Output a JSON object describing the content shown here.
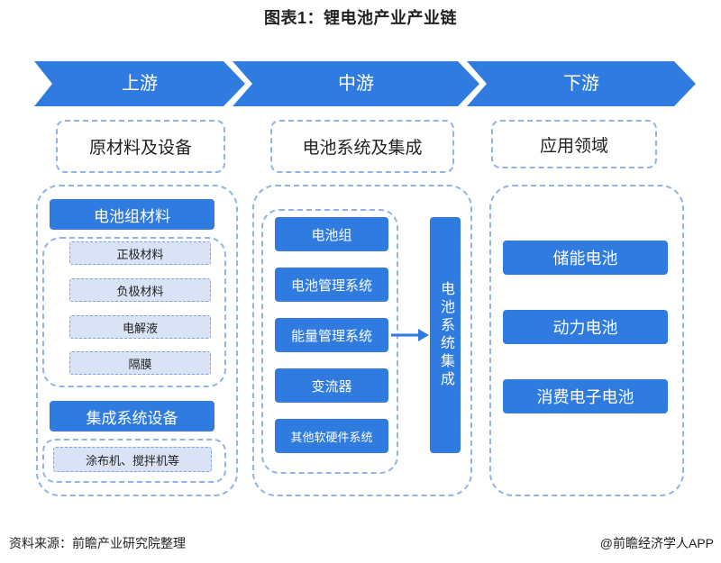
{
  "title": "图表1：锂电池产业产业链",
  "stages": [
    {
      "label": "上游",
      "heading": "原材料及设备"
    },
    {
      "label": "中游",
      "heading": "电池系统及集成"
    },
    {
      "label": "下游",
      "heading": "应用领域"
    }
  ],
  "upstream": {
    "group1_title": "电池组材料",
    "group1_items": [
      "正极材料",
      "负极材料",
      "电解液",
      "隔膜"
    ],
    "group2_title": "集成系统设备",
    "group2_items": [
      "涂布机、搅拌机等"
    ]
  },
  "midstream": {
    "items": [
      "电池组",
      "电池管理系统",
      "能量管理系统",
      "变流器",
      "其他软硬件系统"
    ],
    "result": "电池系统集成"
  },
  "downstream": {
    "items": [
      "储能电池",
      "动力电池",
      "消费电子电池"
    ]
  },
  "footer": {
    "source": "资料来源：前瞻产业研究院整理",
    "credit": "@前瞻经济学人APP"
  },
  "colors": {
    "accent_blue": "#2f7be0",
    "light_blue_item": "#d9e3f5",
    "dashed_border": "#8fb4e6"
  }
}
